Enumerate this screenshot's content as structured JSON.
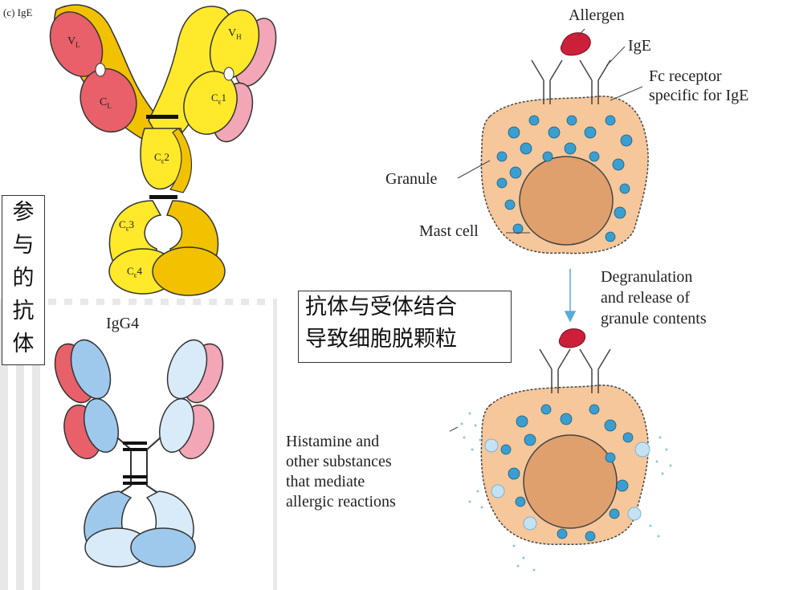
{
  "ige": {
    "panel_label": "(c) IgE",
    "domains": {
      "vl": "V",
      "vl_sub": "L",
      "vh": "V",
      "vh_sub": "H",
      "cl": "C",
      "cl_sub": "L",
      "ce1": "C",
      "ce1_sub": "ε",
      "ce1_num": "1",
      "ce2": "C",
      "ce2_sub": "ε",
      "ce2_num": "2",
      "ce3": "C",
      "ce3_sub": "ε",
      "ce3_num": "3",
      "ce4": "C",
      "ce4_sub": "ε",
      "ce4_num": "4"
    }
  },
  "igg4": {
    "title": "IgG4"
  },
  "side_label": {
    "chars": [
      "参",
      "与",
      "的",
      "抗",
      "体"
    ]
  },
  "caption": {
    "line1": "抗体与受体结合",
    "line2": "导致细胞脱颗粒"
  },
  "mast_cell_diagram": {
    "allergen": "Allergen",
    "ige": "IgE",
    "fc_receptor_line1": "Fc receptor",
    "fc_receptor_line2": "specific for IgE",
    "granule": "Granule",
    "mast_cell": "Mast cell",
    "degranulation_line1": "Degranulation",
    "degranulation_line2": "and release of",
    "degranulation_line3": "granule contents",
    "histamine_line1": "Histamine and",
    "histamine_line2": "other substances",
    "histamine_line3": "that mediate",
    "histamine_line4": "allergic reactions"
  },
  "colors": {
    "ige_heavy": "#f2c200",
    "ige_heavy_light": "#ffe92a",
    "light_chain_red": "#e8606a",
    "light_chain_pink": "#f2a6b6",
    "igg4_blue": "#9fc9ec",
    "igg4_light": "#d9ebf8",
    "cell_fill": "#f6c79a",
    "nucleus": "#dfa06d",
    "granule": "#3a9ed0",
    "allergen": "#cc1f3a"
  }
}
